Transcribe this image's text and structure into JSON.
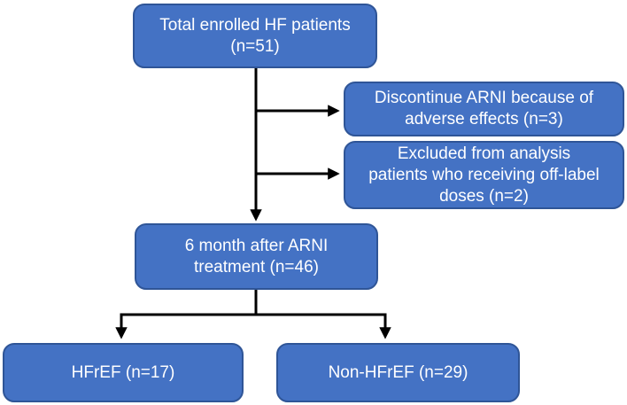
{
  "diagram": {
    "type": "flowchart",
    "subject": "Heart failure patients ARNI treatment flow",
    "colors": {
      "background": "#FFFFFF",
      "box_fill": "#4472C4",
      "box_border": "#2F5597",
      "box_text": "#FFFFFF",
      "arrow": "#000000"
    },
    "nodes": {
      "total_enrolled": {
        "id": "total_enrolled",
        "n": 51,
        "lines": [
          "Total enrolled HF patients",
          "(n=51)"
        ]
      },
      "discontinue": {
        "id": "discontinue",
        "n": 3,
        "lines": [
          "Discontinue ARNI because of",
          "adverse effects (n=3)"
        ]
      },
      "excluded": {
        "id": "excluded",
        "n": 2,
        "lines": [
          "Excluded from analysis",
          "patients who receiving off-label",
          "doses (n=2)"
        ]
      },
      "six_month": {
        "id": "six_month",
        "n": 46,
        "lines": [
          "6 month after ARNI",
          "treatment (n=46)"
        ]
      },
      "hfref": {
        "id": "hfref",
        "n": 17,
        "lines": [
          "HFrEF (n=17)"
        ]
      },
      "non_hfref": {
        "id": "non_hfref",
        "n": 29,
        "lines": [
          "Non-HFrEF (n=29)"
        ]
      }
    },
    "edges": [
      {
        "from": "total_enrolled",
        "to": "discontinue"
      },
      {
        "from": "total_enrolled",
        "to": "excluded"
      },
      {
        "from": "total_enrolled",
        "to": "six_month"
      },
      {
        "from": "six_month",
        "to": "hfref"
      },
      {
        "from": "six_month",
        "to": "non_hfref"
      }
    ]
  }
}
